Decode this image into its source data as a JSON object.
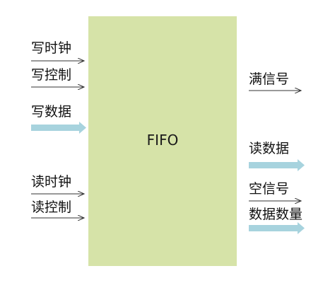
{
  "block": {
    "label": "FIFO",
    "fill_color": "#d6e3a8"
  },
  "colors": {
    "control_arrow": "#333333",
    "data_arrow": "#a7d3de"
  },
  "inputs": {
    "write_clock": "写时钟",
    "write_control": "写控制",
    "write_data": "写数据",
    "read_clock": "读时钟",
    "read_control": "读控制"
  },
  "outputs": {
    "full_signal": "满信号",
    "read_data": "读数据",
    "empty_signal": "空信号",
    "data_count": "数据数量"
  }
}
